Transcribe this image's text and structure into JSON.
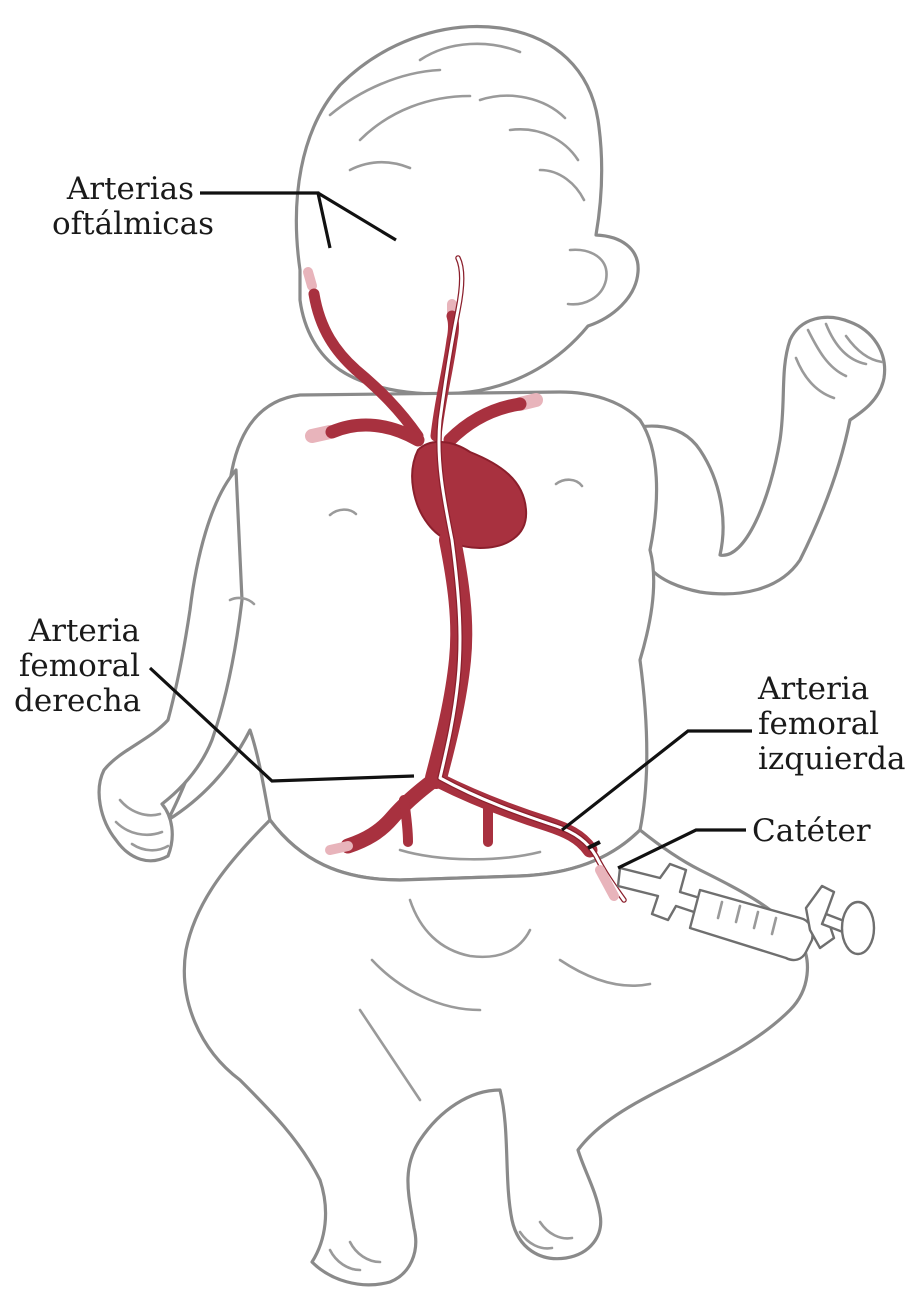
{
  "labels": {
    "ophthalmic": {
      "line1": "Arterias",
      "line2": "oftálmicas"
    },
    "right_femoral": {
      "line1": "Arteria",
      "line2": "femoral",
      "line3": "derecha"
    },
    "left_femoral": {
      "line1": "Arteria",
      "line2": "femoral",
      "line3": "izquierda"
    },
    "catheter": {
      "line1": "Catéter"
    }
  },
  "colors": {
    "artery": "#a8313f",
    "artery_dark": "#8b1f2c",
    "outline": "#8a8a8a",
    "leader": "#111111"
  }
}
